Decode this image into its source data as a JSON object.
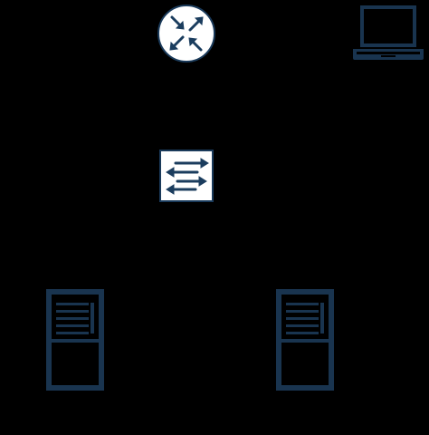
{
  "colors": {
    "background": "#000000",
    "device_dark": "#19344f",
    "device_stroke": "#1a3a5a",
    "icon_fill": "#ffffff",
    "arrow_color": "#1b3d5e"
  },
  "nodes": [
    {
      "id": "router",
      "icon": "router-icon"
    },
    {
      "id": "laptop",
      "icon": "laptop-icon"
    },
    {
      "id": "switch",
      "icon": "switch-icon"
    },
    {
      "id": "server-left",
      "icon": "server-icon"
    },
    {
      "id": "server-right",
      "icon": "server-icon"
    }
  ]
}
